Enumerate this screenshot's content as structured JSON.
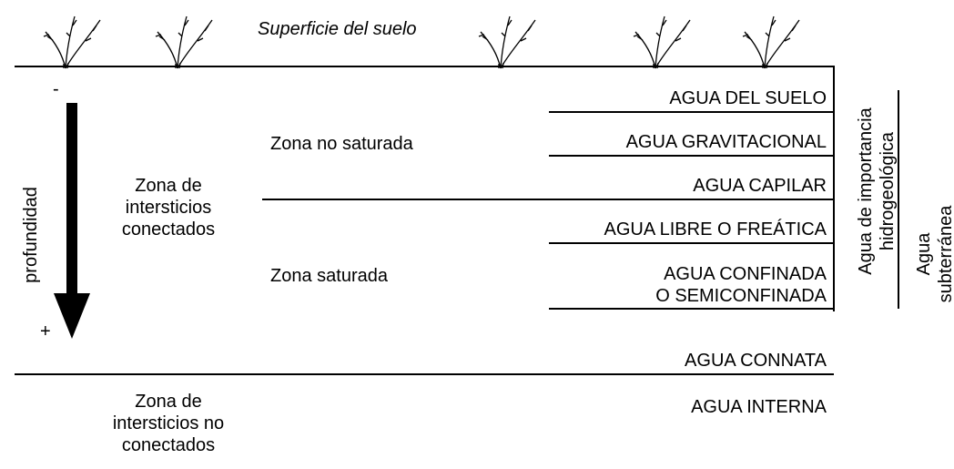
{
  "surface_label": "Superficie del suelo",
  "depth_axis": {
    "minus": "-",
    "plus": "+",
    "label": "profundidad"
  },
  "zones": {
    "connected": [
      "Zona de",
      "intersticios",
      "conectados"
    ],
    "unconnected": [
      "Zona de",
      "intersticios no",
      "conectados"
    ],
    "unsaturated": "Zona no saturada",
    "saturated": "Zona saturada"
  },
  "water_types": {
    "soil": "AGUA DEL SUELO",
    "gravitational": "AGUA GRAVITACIONAL",
    "capillary": "AGUA CAPILAR",
    "free": "AGUA LIBRE O FREÁTICA",
    "confined_1": "AGUA CONFINADA",
    "confined_2": "O SEMICONFINADA",
    "connate": "AGUA CONNATA",
    "internal": "AGUA INTERNA"
  },
  "brackets": {
    "hydro_1": "Agua de importancia",
    "hydro_2": "hidrogeológica",
    "ground_1": "Agua",
    "ground_2": "subterránea"
  }
}
